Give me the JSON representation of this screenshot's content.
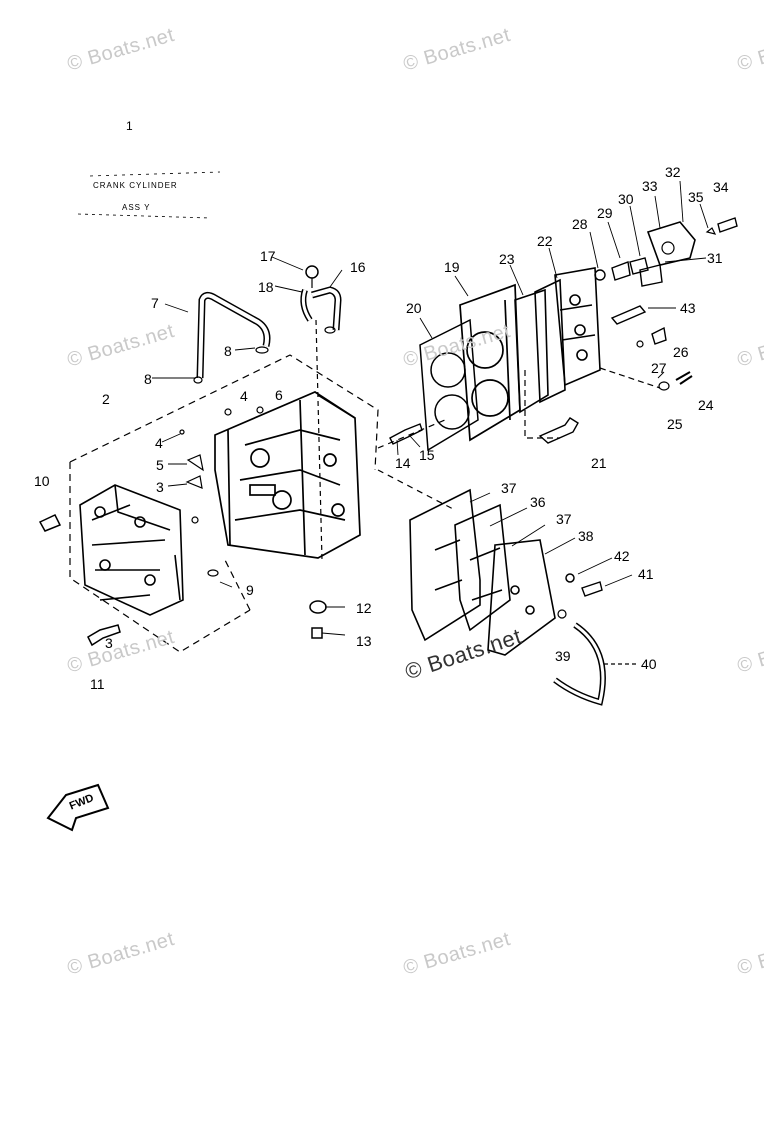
{
  "watermark": {
    "text": "© Boats.net"
  },
  "title": {
    "index": "1",
    "line1": "CRANK CYLINDER",
    "line2": "ASS Y"
  },
  "part_numbers": [
    "2",
    "3",
    "3",
    "4",
    "4",
    "5",
    "6",
    "7",
    "8",
    "8",
    "9",
    "10",
    "11",
    "12",
    "13",
    "14",
    "15",
    "16",
    "17",
    "18",
    "19",
    "20",
    "21",
    "22",
    "23",
    "24",
    "25",
    "26",
    "27",
    "28",
    "29",
    "30",
    "31",
    "32",
    "33",
    "34",
    "35",
    "36",
    "37",
    "37",
    "38",
    "39",
    "40",
    "41",
    "42",
    "43"
  ],
  "fwd_arrow": {
    "label": "FWD"
  }
}
